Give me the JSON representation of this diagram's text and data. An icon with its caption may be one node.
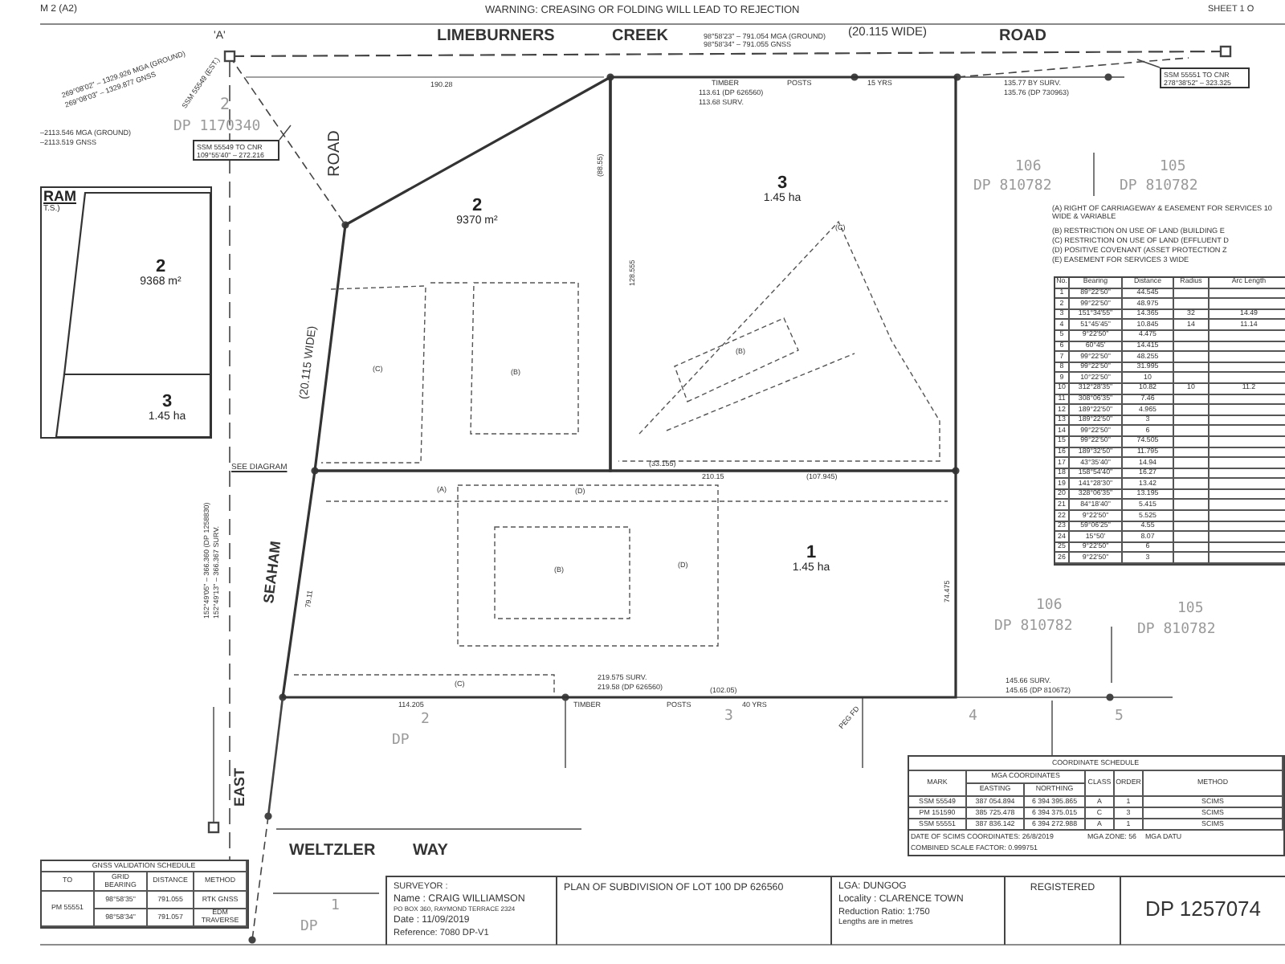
{
  "diagram": {
    "title": "PLAN OF SUBDIVISION OF LOT 100 DP 626560",
    "nodes": [
      {
        "text": [
          "2",
          "9370 m²"
        ]
      },
      {
        "text": [
          "3",
          "1.45 ha"
        ]
      },
      {
        "text": [
          "1",
          "1.45 ha"
        ]
      },
      {
        "text": [
          "RAM",
          "T.S.)"
        ]
      },
      {
        "text": [
          "2",
          "9368 m²"
        ],
        "in": 3
      },
      {
        "text": [
          "3",
          "1.45 ha"
        ],
        "in": 3
      },
      {
        "text": [
          "SSM 55549 TO CNR 109°55'40\" – 272.216"
        ]
      },
      {
        "text": [
          "SSM 55551 TO CNR 278°38'52\" – 323.325"
        ]
      }
    ],
    "edges": [
      {
        "from": 6,
        "to": null,
        "arrow": "none"
      },
      {
        "from": 7,
        "to": null,
        "arrow": "none"
      }
    ],
    "labels": [
      "M 2 (A2)",
      "WARNING: CREASING OR FOLDING WILL LEAD TO REJECTION",
      "SHEET 1 O",
      "'A'",
      "LIMEBURNERS",
      "CREEK",
      "(20.115 WIDE)",
      "ROAD",
      "269°08'02\" – 1329.926 MGA (GROUND)",
      "269°08'03\" – 1329.877 GNSS",
      "SSM 55549 (EST.)",
      "2",
      "DP 1170340",
      "–2113.546 MGA (GROUND)",
      "–2113.519 GNSS",
      "ROAD",
      "190.28",
      "98°58'23\" – 791.054 MGA (GROUND)",
      "98°58'34\" – 791.055 GNSS",
      "TIMBER",
      "POSTS",
      "15 YRS",
      "113.61 (DP 626560)",
      "113.68 SURV.",
      "135.77 BY SURV.",
      "135.76 (DP 730963)",
      "(20.115 WIDE)",
      "SEE DIAGRAM",
      "SEAHAM",
      "128.555",
      "(88.55)",
      "210.15",
      "(107.945)",
      "(33.155)",
      "79.11",
      "74.475",
      "219.575 SURV.",
      "219.58 (DP 626560)",
      "114.205",
      "(102.05)",
      "TIMBER",
      "POSTS",
      "40 YRS",
      "PEG FD",
      "145.66 SURV.",
      "145.65 (DP 810672)",
      "152°49'05\" – 366.360 (DP 1258830)",
      "152°49'13\" – 366.367 SURV.",
      "EAST",
      "WELTZLER",
      "WAY",
      "2",
      "DP",
      "3",
      "4",
      "5",
      "1",
      "DP",
      "106",
      "DP 810782",
      "105",
      "DP 810782",
      "106",
      "DP 810782",
      "105",
      "DP 810782",
      "(A) RIGHT OF CARRIAGEWAY & EASEMENT FOR SERVICES 10 WIDE & VARIABLE",
      "(B) RESTRICTION ON USE OF LAND (BUILDING E",
      "(C) RESTRICTION ON USE OF LAND (EFFLUENT D",
      "(D) POSITIVE COVENANT (ASSET PROTECTION Z",
      "(E) EASEMENT FOR SERVICES 3 WIDE",
      "(C)",
      "(B)",
      "(C)",
      "(B)",
      "(A)",
      "(D)",
      "(B)",
      "(D)",
      "(C)",
      "No.",
      "Bearing",
      "Distance",
      "Radius",
      "Arc Length",
      "1",
      "89°22'50\"",
      "44.545",
      "2",
      "99°22'50\"",
      "48.975",
      "3",
      "151°34'55\"",
      "14.365",
      "32",
      "14.49",
      "4",
      "51°45'45\"",
      "10.845",
      "14",
      "11.14",
      "5",
      "9°22'50\"",
      "4.475",
      "6",
      "60°45'",
      "14.415",
      "7",
      "99°22'50\"",
      "48.255",
      "8",
      "99°22'50\"",
      "31.995",
      "9",
      "10°22'50\"",
      "10",
      "10",
      "312°28'35\"",
      "10.82",
      "10",
      "11.2",
      "11",
      "308°06'35\"",
      "7.46",
      "12",
      "189°22'50\"",
      "4.965",
      "13",
      "189°22'50\"",
      "3",
      "14",
      "99°22'50\"",
      "6",
      "15",
      "99°22'50\"",
      "74.505",
      "16",
      "189°32'50\"",
      "11.795",
      "17",
      "43°35'40\"",
      "14.94",
      "18",
      "158°54'40\"",
      "16.27",
      "19",
      "141°28'30\"",
      "13.42",
      "20",
      "328°06'35\"",
      "13.195",
      "21",
      "84°18'40\"",
      "5.415",
      "22",
      "9°22'50\"",
      "5.525",
      "23",
      "59°06'25\"",
      "4.55",
      "24",
      "15°50'",
      "8.07",
      "25",
      "9°22'50\"",
      "6",
      "26",
      "9°22'50\"",
      "3",
      "COORDINATE SCHEDULE",
      "MARK",
      "MGA COORDINATES",
      "CLASS",
      "ORDER",
      "METHOD",
      "EASTING",
      "NORTHING",
      "SSM 55549",
      "387 054.894",
      "6 394 395.865",
      "A",
      "1",
      "SCIMS",
      "PM 151590",
      "385 725.478",
      "6 394 375.015",
      "C",
      "3",
      "SCIMS",
      "SSM 55551",
      "387 836.142",
      "6 394 272.988",
      "A",
      "1",
      "SCIMS",
      "DATE OF SCIMS COORDINATES: 26/8/2019",
      "MGA ZONE: 56",
      "MGA DATU",
      "COMBINED SCALE FACTOR: 0.999751",
      "GNSS VALIDATION SCHEDULE",
      "TO",
      "GRID BEARING",
      "DISTANCE",
      "METHOD",
      "PM 55551",
      "98°58'35\"",
      "791.055",
      "RTK GNSS",
      "98°58'34\"",
      "791.057",
      "EDM TRAVERSE",
      "SURVEYOR :",
      "Name : CRAIG WILLIAMSON",
      "PO BOX 360, RAYMOND TERRACE 2324",
      "Date : 11/09/2019",
      "Reference: 7080 DP-V1",
      "LGA: DUNGOG",
      "Locality : CLARENCE TOWN",
      "Reduction Ratio: 1:750",
      "Lengths are in metres",
      "REGISTERED",
      "DP 1257074"
    ]
  }
}
